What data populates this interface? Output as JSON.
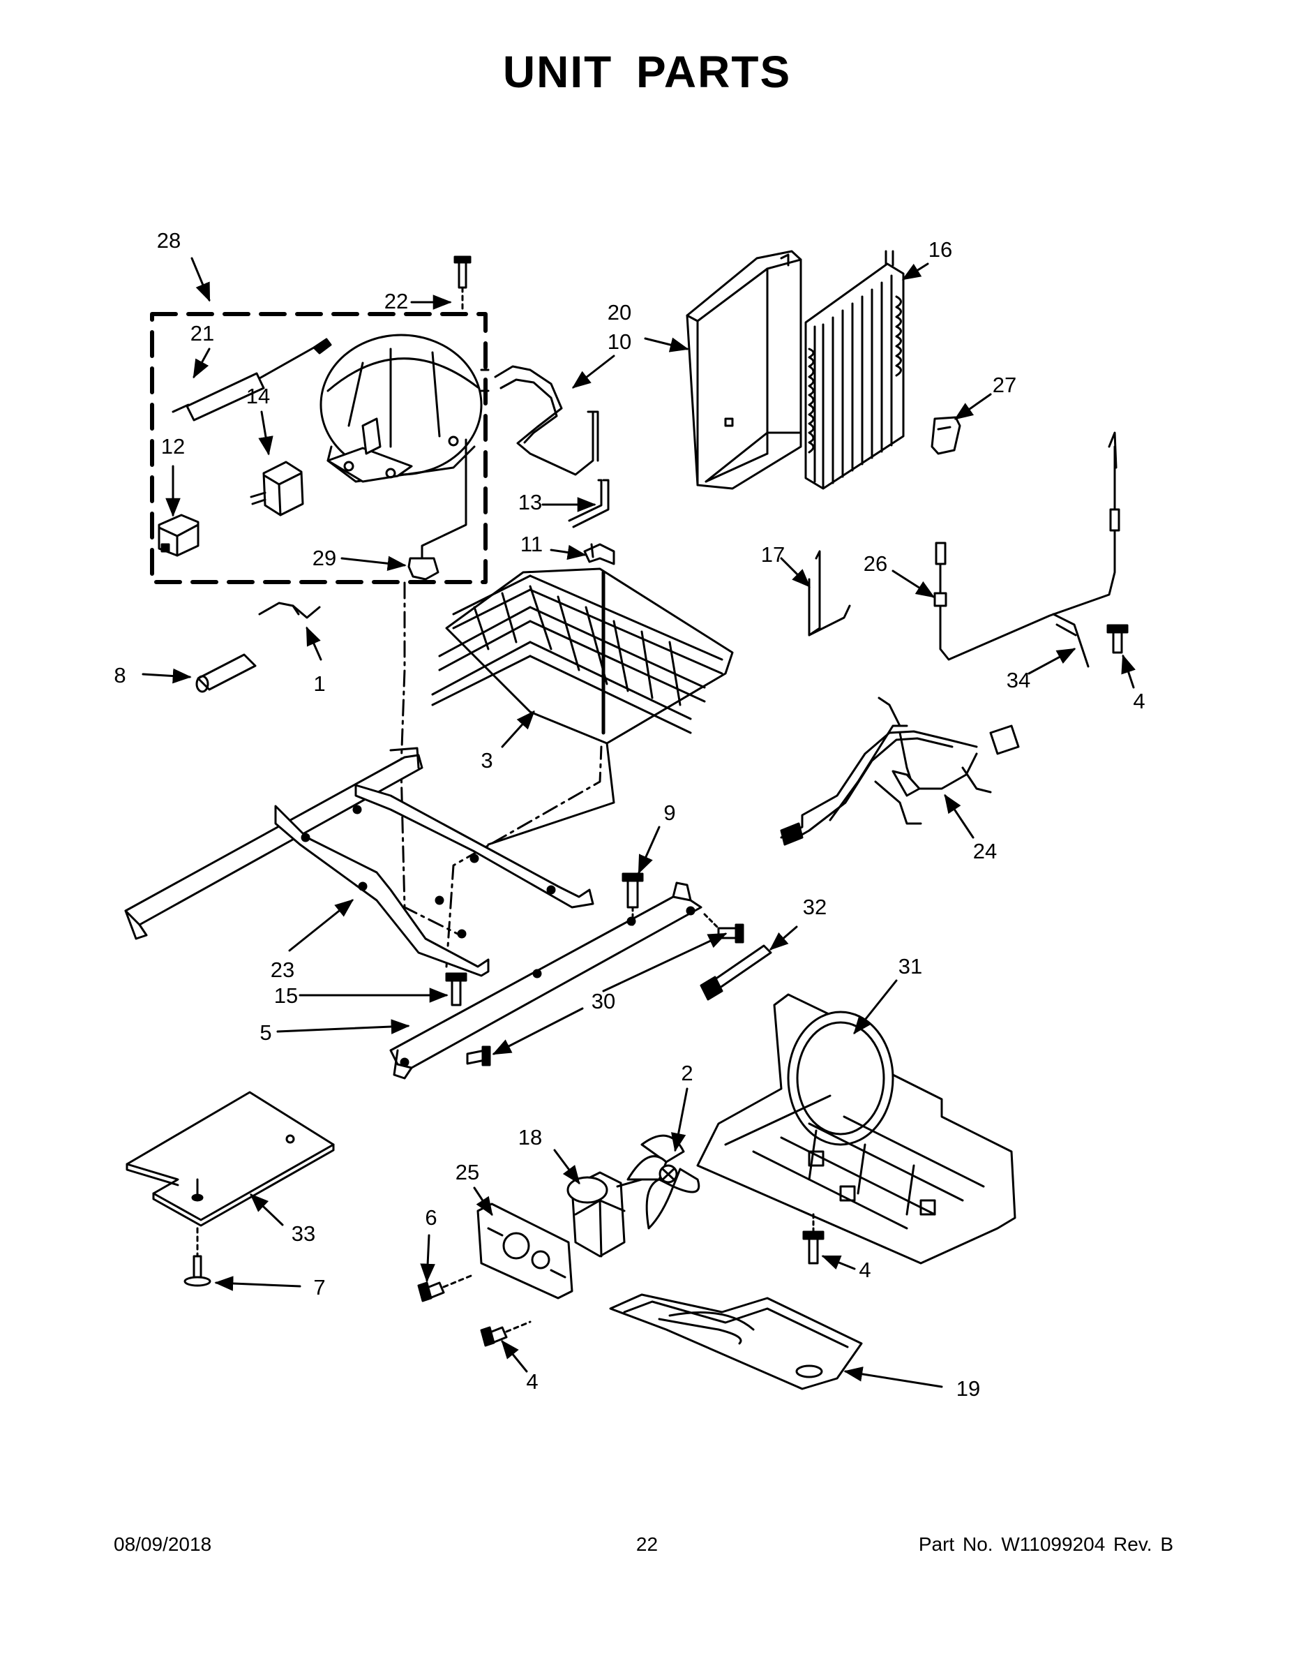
{
  "title": "UNIT PARTS",
  "footer": {
    "date": "08/09/2018",
    "page": "22",
    "part_no": "Part No.  W11099204  Rev.  B"
  },
  "callouts": {
    "c1": "1",
    "c2": "2",
    "c3": "3",
    "c4a": "4",
    "c4b": "4",
    "c4c": "4",
    "c5": "5",
    "c6": "6",
    "c7": "7",
    "c8": "8",
    "c9": "9",
    "c10": "10",
    "c11": "11",
    "c12": "12",
    "c13": "13",
    "c14": "14",
    "c15": "15",
    "c16": "16",
    "c17": "17",
    "c18": "18",
    "c19": "19",
    "c20": "20",
    "c21": "21",
    "c22": "22",
    "c23": "23",
    "c24": "24",
    "c25": "25",
    "c26": "26",
    "c27": "27",
    "c28": "28",
    "c29": "29",
    "c30": "30",
    "c31": "31",
    "c32": "32",
    "c33": "33",
    "c34": "34"
  }
}
